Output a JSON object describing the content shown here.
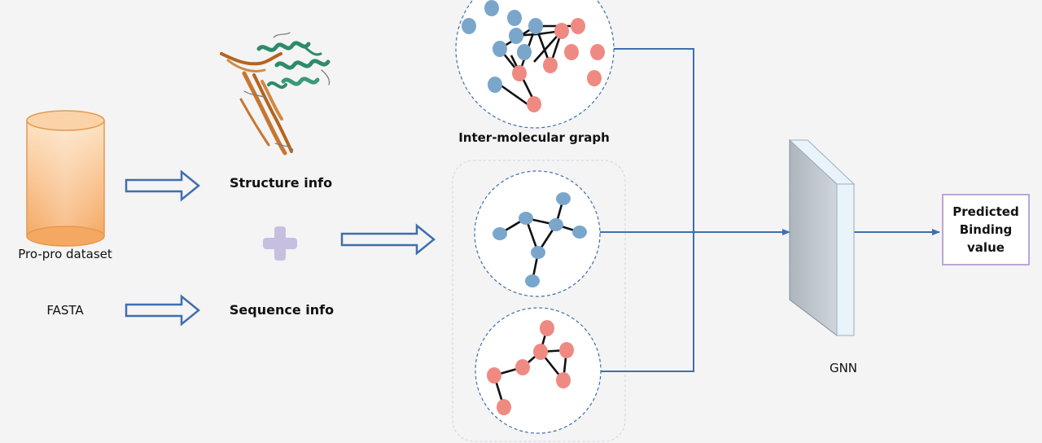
{
  "labels": {
    "dataset": "Pro-pro dataset",
    "fasta": "FASTA",
    "structure_info": "Structure info",
    "sequence_info": "Sequence info",
    "inter_graph": "Inter-molecular graph",
    "gnn": "GNN",
    "output": "Predicted\nBinding\nvalue"
  },
  "colors": {
    "arrow": "#3f6fae",
    "node_blue": "#7aa6cc",
    "node_red": "#ef8a82",
    "cylinder": "#f6b97a",
    "plus": "#c7bfe0",
    "gnn_front": "#c3c9cf",
    "gnn_side": "#e9f3fa",
    "output_border": "#b9a7d8"
  },
  "icons": [
    "database-icon",
    "protein-structure-icon",
    "plus-icon",
    "hollow-arrow-icon",
    "graph-icon",
    "gnn-layer-icon"
  ]
}
